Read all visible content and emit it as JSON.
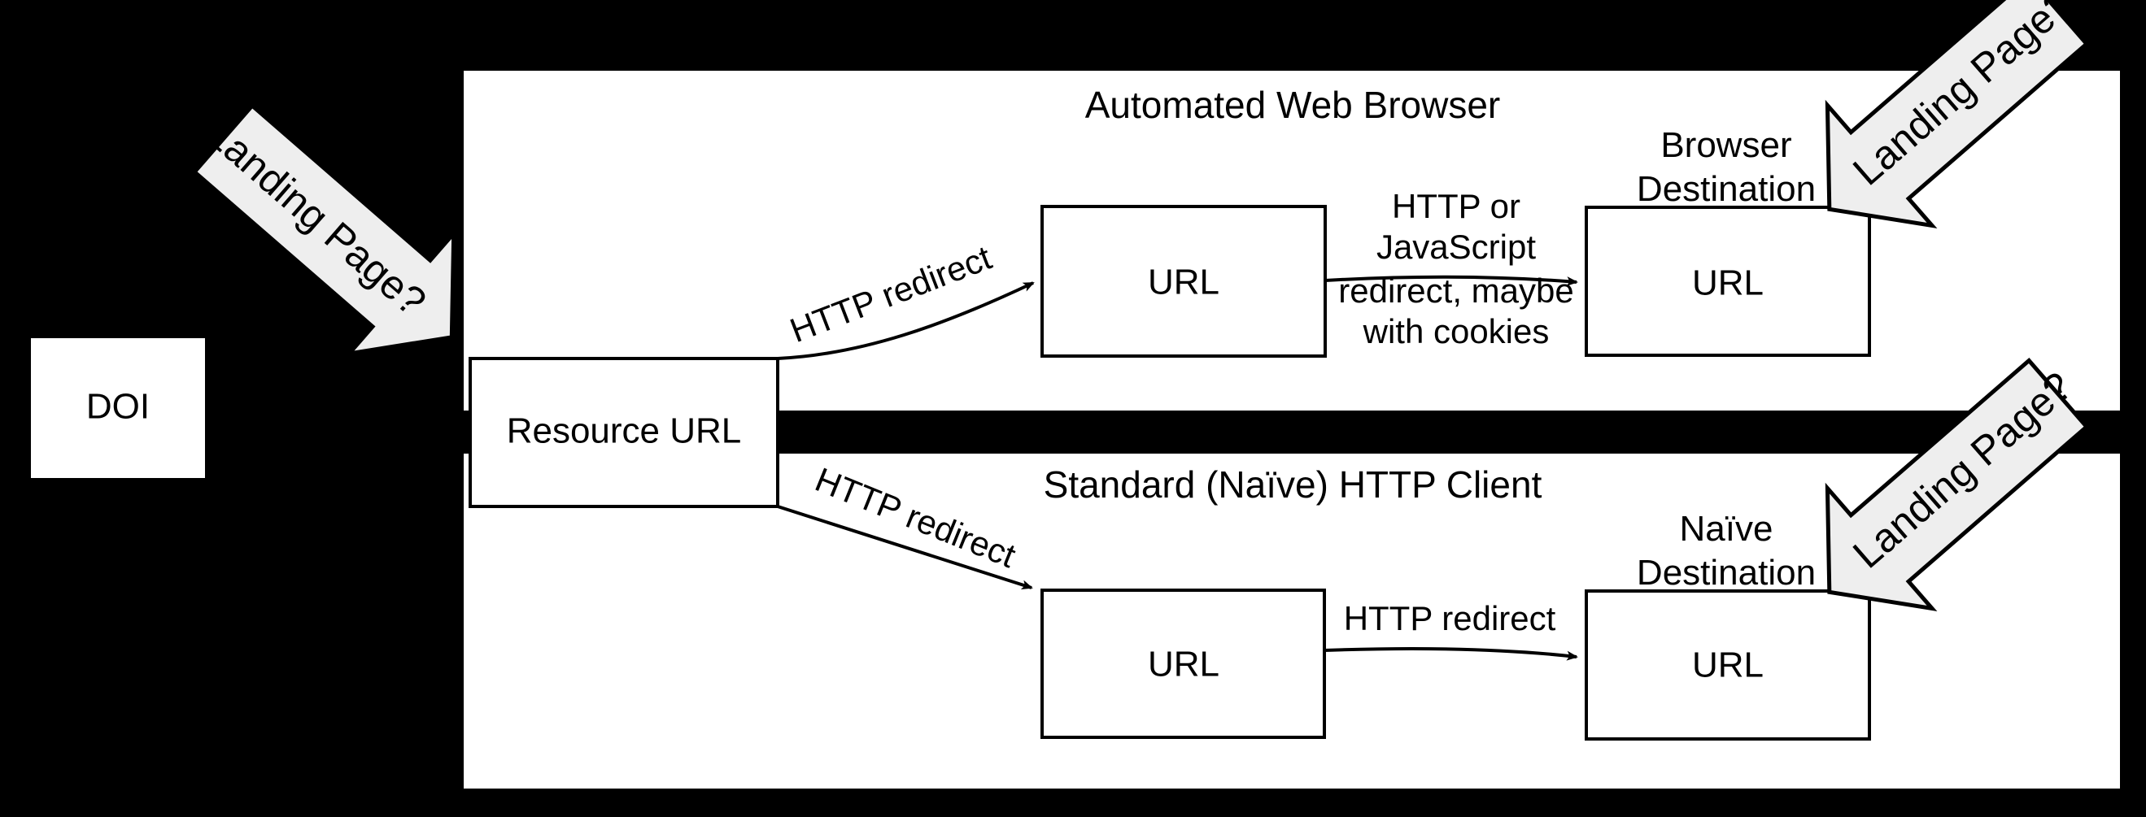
{
  "figure": {
    "background_color": "#000000",
    "panel_color": "#ffffff",
    "callout_fill": "#eeeeee",
    "stroke_color": "#000000"
  },
  "nodes": {
    "doi": {
      "label": "DOI"
    },
    "resource_url": {
      "label": "Resource URL"
    },
    "browser_url_1": {
      "label": "URL"
    },
    "browser_url_2": {
      "label": "URL"
    },
    "naive_url_1": {
      "label": "URL"
    },
    "naive_url_2": {
      "label": "URL"
    }
  },
  "panels": {
    "browser": {
      "title": "Automated Web Browser",
      "destination_label_line1": "Browser",
      "destination_label_line2": "Destination"
    },
    "naive": {
      "title": "Standard (Naïve) HTTP Client",
      "destination_label_line1": "Naïve",
      "destination_label_line2": "Destination"
    }
  },
  "edges": {
    "doi_to_resource": {
      "label": ""
    },
    "resource_to_browser_url": {
      "label": "HTTP redirect"
    },
    "browser_url_to_destination": {
      "line1": "HTTP or",
      "line2": "JavaScript",
      "line3": "redirect, maybe",
      "line4": "with cookies"
    },
    "resource_to_naive_url": {
      "label": "HTTP redirect"
    },
    "naive_url_to_destination": {
      "label": "HTTP redirect"
    }
  },
  "callouts": {
    "resource": {
      "label": "Landing Page?"
    },
    "browser_destination": {
      "label": "Landing Page?"
    },
    "naive_destination": {
      "label": "Landing Page?"
    }
  }
}
